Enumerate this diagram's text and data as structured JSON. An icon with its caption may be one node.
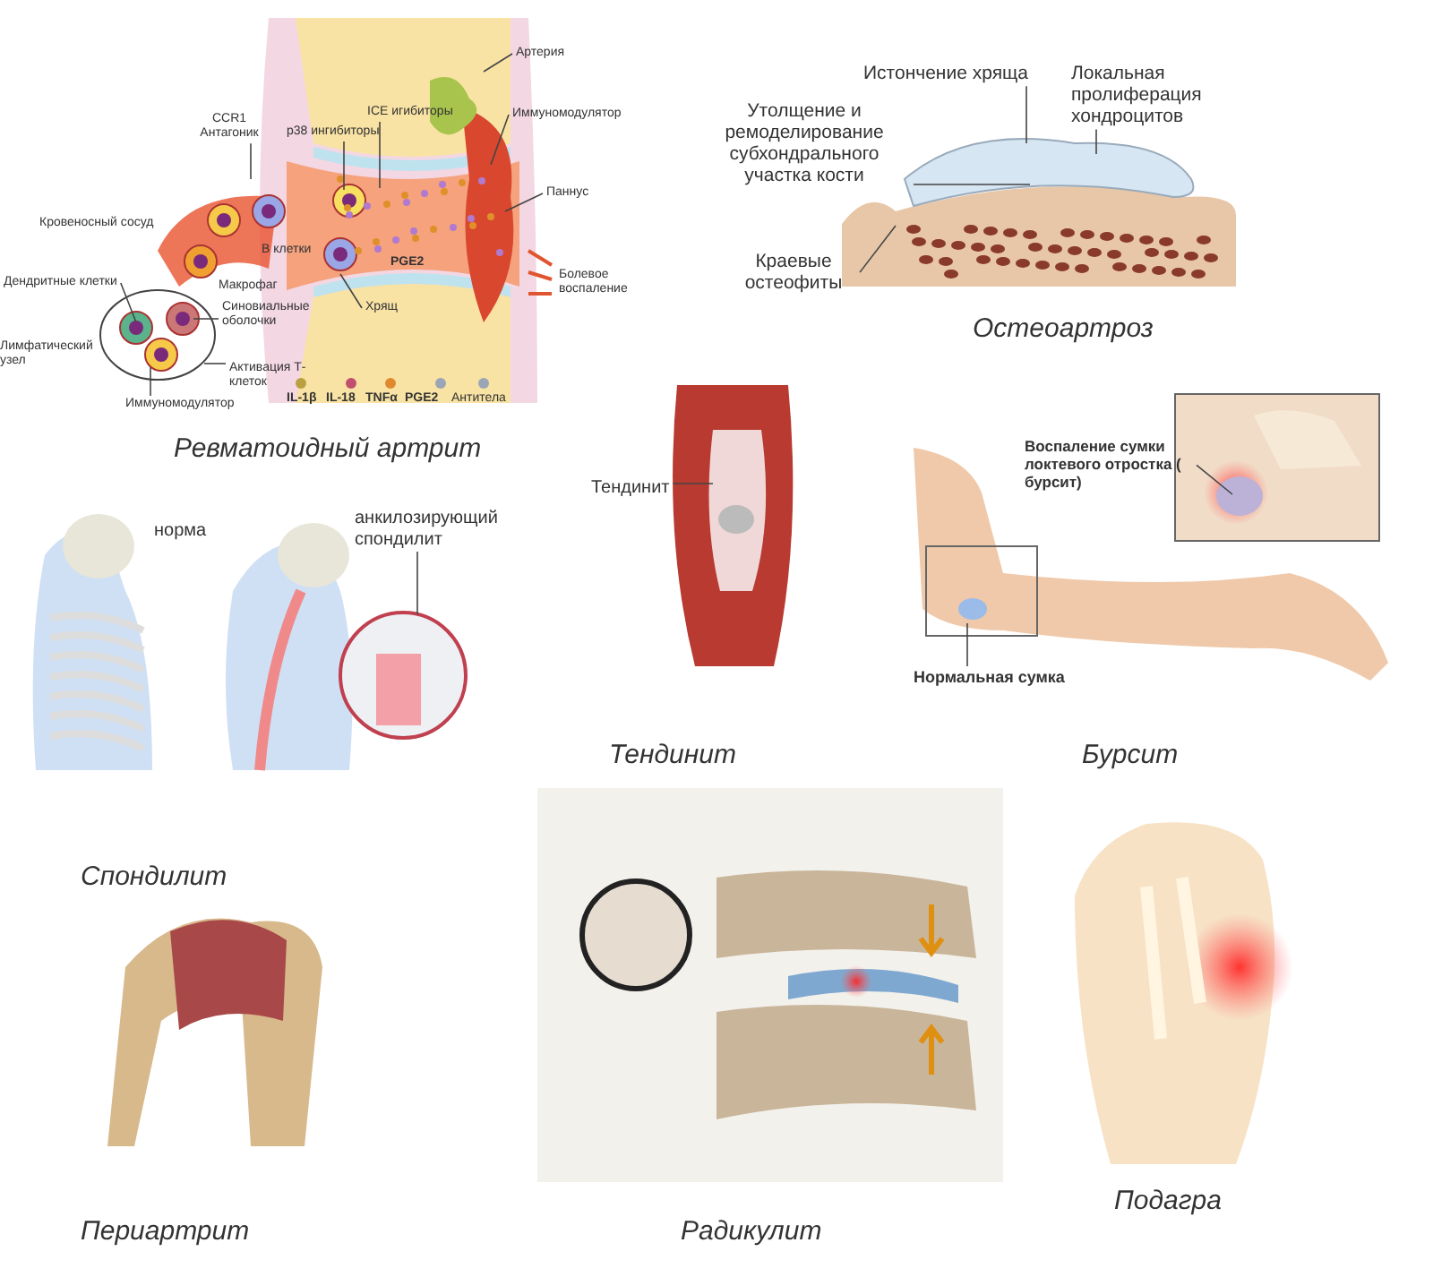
{
  "diagram": {
    "nodes": [
      {
        "text": [
          "CCR1 Антагоник"
        ]
      },
      {
        "text": [
          "p38 ингибиторы"
        ]
      },
      {
        "text": [
          "ICE игибиторы"
        ]
      },
      {
        "text": [
          "Артерия"
        ]
      },
      {
        "text": [
          "Иммуномодулятор"
        ]
      },
      {
        "text": [
          "Паннус"
        ]
      },
      {
        "text": [
          "Дендритные клетки"
        ]
      },
      {
        "text": [
          "Синовиальные оболочки"
        ]
      },
      {
        "text": [
          "Активация Т-клеток"
        ]
      },
      {
        "text": [
          "Иммуномодулятор"
        ]
      },
      {
        "text": [
          "Хрящ"
        ]
      },
      {
        "text": [
          "Утолщение и ремоделирование субхондрального участка кости"
        ]
      },
      {
        "text": [
          "Истончение хряща"
        ]
      },
      {
        "text": [
          "Локальная пролиферация хондроцитов"
        ]
      },
      {
        "text": [
          "Краевые остеофиты"
        ]
      },
      {
        "text": [
          "Тендинит"
        ]
      },
      {
        "text": [
          "Воспаление сумки локтевого отростка ( бурсит)"
        ]
      },
      {
        "text": [
          "Нормальная сумка"
        ]
      },
      {
        "text": [
          "анкилозирующий спондилит"
        ]
      }
    ],
    "edges": [
      {
        "from": 0,
        "to": null,
        "arrow": "none"
      },
      {
        "from": 1,
        "to": null,
        "arrow": "none"
      },
      {
        "from": 2,
        "to": null,
        "arrow": "none"
      },
      {
        "from": 3,
        "to": null,
        "arrow": "none"
      },
      {
        "from": 4,
        "to": null,
        "arrow": "none"
      },
      {
        "from": 5,
        "to": null,
        "arrow": "none"
      },
      {
        "from": 6,
        "to": null,
        "arrow": "none"
      },
      {
        "from": 7,
        "to": null,
        "arrow": "none"
      },
      {
        "from": 8,
        "to": null,
        "arrow": "none"
      },
      {
        "from": 9,
        "to": null,
        "arrow": "none"
      },
      {
        "from": 10,
        "to": null,
        "arrow": "none"
      },
      {
        "from": 11,
        "to": null,
        "arrow": "none"
      },
      {
        "from": 12,
        "to": null,
        "arrow": "none"
      },
      {
        "from": 13,
        "to": null,
        "arrow": "none"
      },
      {
        "from": 14,
        "to": null,
        "arrow": "none"
      },
      {
        "from": 15,
        "to": null,
        "arrow": "none"
      },
      {
        "from": 16,
        "to": null,
        "arrow": "none"
      },
      {
        "from": 17,
        "to": null,
        "arrow": "none"
      },
      {
        "from": 18,
        "to": null,
        "arrow": "none"
      }
    ],
    "labels": [
      "Кровеносный сосуд",
      "В клетки",
      "Макрофаг",
      "PGE2",
      "Болевое воспаление",
      "Лимфатический узел",
      "IL-1β",
      "IL-18",
      "TNFα",
      "PGE2",
      "Антитела",
      "Ревматоидный артрит",
      "Остеоартроз",
      "норма",
      "Тендинит",
      "Бурсит",
      "Спондилит",
      "Периартрит",
      "Радикулит",
      "Подагра"
    ]
  }
}
